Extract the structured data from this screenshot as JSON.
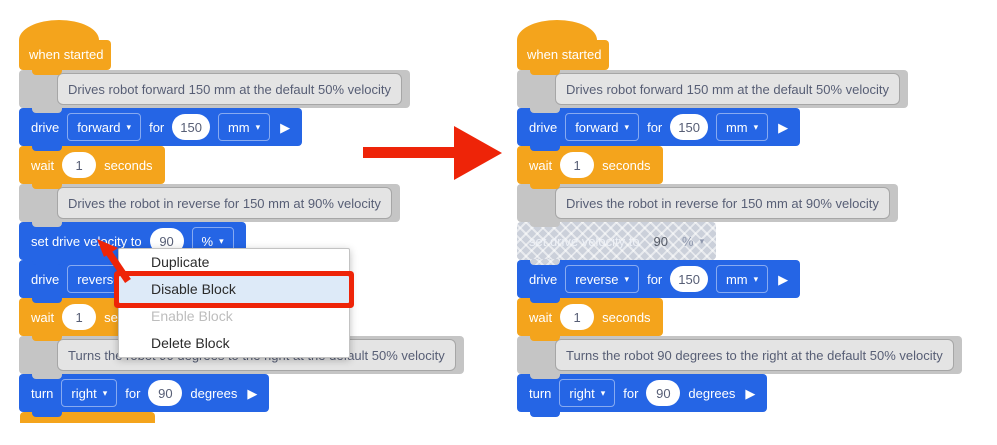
{
  "workspace": {
    "hat_label": "when started",
    "comments": {
      "forward": "Drives robot forward 150 mm at the default 50% velocity",
      "reverse": "Drives the robot in reverse for 150 mm at 90% velocity",
      "turn": "Turns the robot 90 degrees to the right at the default 50% velocity"
    },
    "drive_forward": {
      "verb": "drive",
      "direction": "forward",
      "for_label": "for",
      "distance": "150",
      "unit": "mm"
    },
    "wait": {
      "verb": "wait",
      "value": "1",
      "unit": "seconds"
    },
    "set_velocity": {
      "label": "set drive velocity to",
      "value": "90",
      "unit": "%"
    },
    "drive_reverse": {
      "verb": "drive",
      "direction": "reverse",
      "for_label": "for",
      "distance": "150",
      "unit": "mm"
    },
    "turn": {
      "verb": "turn",
      "direction": "right",
      "for_label": "for",
      "angle": "90",
      "unit": "degrees"
    }
  },
  "context_menu": {
    "duplicate": "Duplicate",
    "disable": "Disable Block",
    "enable": "Enable Block",
    "delete": "Delete Block"
  },
  "icons": {
    "dropdown_arrow": "▾",
    "play_arrow": "▶"
  },
  "colors": {
    "block_blue": "#2565e5",
    "block_orange": "#f4a41c",
    "comment_gray": "#c5c5c5",
    "comment_bubble": "#e4e4e4",
    "disabled_gray": "#cbd0da",
    "alert_red": "#ee2408",
    "menu_highlight_bg": "#ddeaf8"
  }
}
